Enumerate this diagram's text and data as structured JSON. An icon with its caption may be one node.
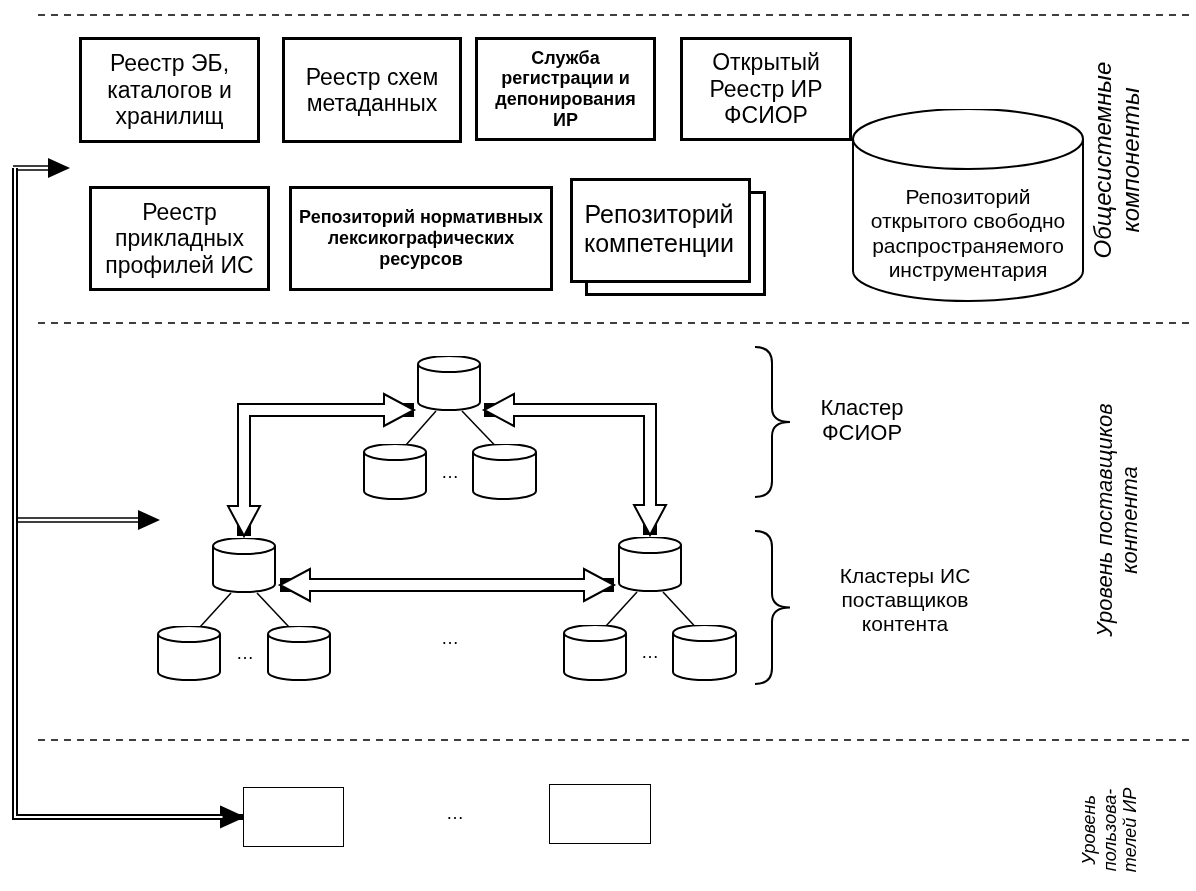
{
  "diagram": {
    "nodes": [
      {
        "text": [
          "Реестр ЭБ, каталогов и хранилищ"
        ]
      },
      {
        "text": [
          "Реестр схем метаданных"
        ]
      },
      {
        "text": [
          "Служба регистрации и депонирования ИР"
        ]
      },
      {
        "text": [
          "Открытый Реестр ИР ФСИОР"
        ]
      },
      {
        "text": [
          "Реестр прикладных профилей ИС"
        ]
      },
      {
        "text": [
          "Репозиторий нормативных лексикографических ресурсов"
        ]
      },
      {
        "text": [
          "Репозиторий компетенции"
        ]
      },
      {
        "text": [
          "Репозиторий открытого свободно распространяемого инструментария"
        ]
      },
      {
        "text": [],
        "shape": "cylinder"
      },
      {
        "text": [],
        "shape": "cylinder"
      },
      {
        "text": [],
        "shape": "cylinder"
      },
      {
        "text": [],
        "shape": "cylinder"
      },
      {
        "text": [],
        "shape": "cylinder"
      },
      {
        "text": [],
        "shape": "cylinder"
      },
      {
        "text": [],
        "shape": "cylinder"
      },
      {
        "text": [],
        "shape": "cylinder"
      },
      {
        "text": [],
        "shape": "cylinder"
      },
      {
        "text": [],
        "shape": "box"
      },
      {
        "text": [],
        "shape": "box"
      }
    ],
    "edges": [
      {
        "from": 8,
        "to": 9,
        "arrow": "none"
      },
      {
        "from": 8,
        "to": 10,
        "arrow": "none"
      },
      {
        "from": 11,
        "to": 12,
        "arrow": "none"
      },
      {
        "from": 11,
        "to": 13,
        "arrow": "none"
      },
      {
        "from": 14,
        "to": 15,
        "arrow": "none"
      },
      {
        "from": 14,
        "to": 16,
        "arrow": "none"
      },
      {
        "from": 11,
        "to": 8,
        "arrow": "both",
        "style": "thick"
      },
      {
        "from": 8,
        "to": 14,
        "arrow": "both",
        "style": "thick"
      },
      {
        "from": 11,
        "to": 14,
        "arrow": "both",
        "style": "thick"
      },
      {
        "from": null,
        "to": 17,
        "arrow": "to",
        "style": "thick"
      }
    ],
    "labels": [
      "Общесистемные компоненты",
      "Кластер ФСИОР",
      "…",
      "Уровень поставщиков контента",
      "Кластеры ИС поставщиков контента",
      "…",
      "…",
      "…",
      "…",
      "Уровень пользова- телей ИР"
    ]
  }
}
